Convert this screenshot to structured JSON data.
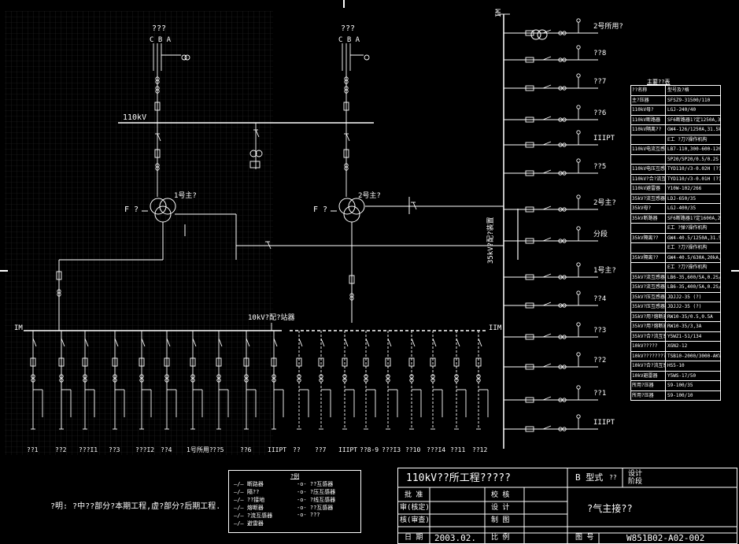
{
  "drawing": {
    "bus_110kv": "110kV",
    "transformer_1": "1号主?",
    "transformer_2": "2号主?",
    "incoming_1": "???",
    "incoming_2": "???",
    "phases": "C B A",
    "bus_1m": "IM",
    "bus_2m": "IIM",
    "bus_top_1m": "IM",
    "pt_label": "10kV?配?站器",
    "label_35kv": "35kV?配?装置",
    "f_label_1": "F ?",
    "f_label_2": "F ?"
  },
  "right_feeders": [
    {
      "label": "2号所用?"
    },
    {
      "label": "??8"
    },
    {
      "label": "??7"
    },
    {
      "label": "??6"
    },
    {
      "label": "IIIPT"
    },
    {
      "label": "??5"
    },
    {
      "label": "2号主?"
    },
    {
      "label": "分段"
    },
    {
      "label": "1号主?"
    },
    {
      "label": "??4"
    },
    {
      "label": "??3"
    },
    {
      "label": "??2"
    },
    {
      "label": "??1"
    },
    {
      "label": "IIIPT"
    }
  ],
  "bottom_feeders": [
    {
      "label": "??1"
    },
    {
      "label": "??2"
    },
    {
      "label": "???I1"
    },
    {
      "label": "??3"
    },
    {
      "label": "???I2"
    },
    {
      "label": "??4"
    },
    {
      "label": "1号所用?"
    },
    {
      "label": "??5"
    },
    {
      "label": "??6"
    },
    {
      "label": "IIIPT"
    },
    {
      "label": "??"
    },
    {
      "label": "??7"
    },
    {
      "label": "IIIPT"
    },
    {
      "label": "??8-9"
    },
    {
      "label": "???I3"
    },
    {
      "label": "??10"
    },
    {
      "label": "???I4"
    },
    {
      "label": "??11"
    },
    {
      "label": "??12"
    }
  ],
  "equipment_table": {
    "title": "主要??表",
    "header": [
      "??名称",
      "型号及?格"
    ],
    "rows": [
      [
        "主?压器",
        "SFSZ9-31500/110"
      ],
      [
        "110kV母?",
        "LGJ-240/40"
      ],
      [
        "110kV断路器",
        "SF6断路器1?定1250A,31.5kA"
      ],
      [
        "110kV隔离??",
        "GW4-126/1250A,31.5kA,80kA"
      ],
      [
        "",
        "E工 ?刀?操作机构"
      ],
      [
        "110kV电流互感器",
        "LB7-110,300-600-1200/5A"
      ],
      [
        "",
        "5P20/5P20/0.5/0.2S"
      ],
      [
        "110kV电压互感器(?)",
        "TYD110/√3-0.02H (?)"
      ],
      [
        "110kV?合?流互感",
        "TYD110/√3-0.01H (?)"
      ],
      [
        "110kV避雷器",
        "Y10W-102/266"
      ],
      [
        "35kV?流互感器",
        "LDJ-650/35"
      ],
      [
        "35kV母?",
        "LGJ-400/35"
      ],
      [
        "35kV断路器",
        "SF6断路器1?定1600A,25kA"
      ],
      [
        "",
        "E工 ?弹?操作机构"
      ],
      [
        "35kV隔离??",
        "GW4-40.5/1250A,31.5kA,80kA"
      ],
      [
        "",
        "E工 ?刀?操作机构"
      ],
      [
        "35kV隔离??",
        "GW4-40.5/630A,20kA,50kA"
      ],
      [
        "",
        "E工 ?刀?操作机构"
      ],
      [
        "35kV?流互感器",
        "LB6-35,600/5A,0.2S/10P20"
      ],
      [
        "35kV?流互感器",
        "LB6-35,400/5A,0.2S/10P20"
      ],
      [
        "35kV?压互感器",
        "JDJJ2-35 (?)"
      ],
      [
        "35kV?压互感器",
        "JDJJ2-35 (?)"
      ],
      [
        "35kV?用?熔断器",
        "RW10-35/0.5,0.5A"
      ],
      [
        "35kV?用?熔断器",
        "RW10-35/3,3A"
      ],
      [
        "35kV?合?流互感器",
        "Y5WZ1-51/134"
      ],
      [
        "10kV?????",
        "XGN2-12"
      ],
      [
        "10kV????????",
        "TSB10-2000/3000-AKV"
      ],
      [
        "10kV?合?流互感器",
        "HS5-10"
      ],
      [
        "10kV避雷器",
        "Y5WS-17/50"
      ],
      [
        "所用?压器",
        "S9-100/35"
      ],
      [
        "所用?压器",
        "S9-100/10"
      ]
    ]
  },
  "legend": {
    "title": "?例",
    "left": [
      "断路器",
      "隔??",
      "??接地",
      "熔断器",
      "?流互感器",
      "避雷器"
    ],
    "right": [
      "??互感器",
      "?压互感器",
      "?线互感器",
      "??互感器",
      "???"
    ]
  },
  "note": "?明: ?中??部分?本期工程,虚?部分?后期工程.",
  "title_block": {
    "project_title": "110kV??所工程?????",
    "stage_label": "B 型式",
    "stage_value": "??",
    "design_label": "设计",
    "phase_label": "阶段",
    "approve": "批 准",
    "check": "校 核",
    "review_set": "审(核定)",
    "design": "设 计",
    "review_check": "核(审查)",
    "drawn": "制 图",
    "date_label": "日 期",
    "date_value": "2003.02.",
    "scale_label": "比 例",
    "drawing_name": "?气主接??",
    "drawing_no_label": "图 号",
    "drawing_no_value": "W851B02-A02-002"
  }
}
